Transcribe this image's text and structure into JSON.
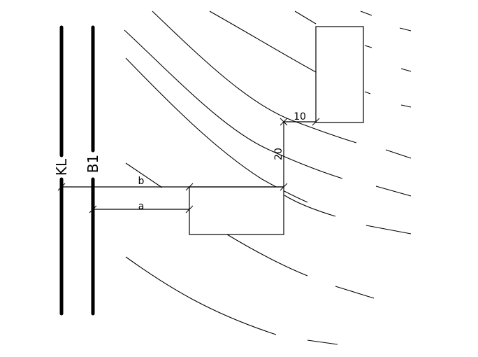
{
  "utility_lines": [
    {
      "label": "KL"
    },
    {
      "label": "B1"
    }
  ],
  "dimensions": {
    "horizontal_b": "b",
    "horizontal_a": "a",
    "vertical": "20",
    "offset": "10"
  }
}
